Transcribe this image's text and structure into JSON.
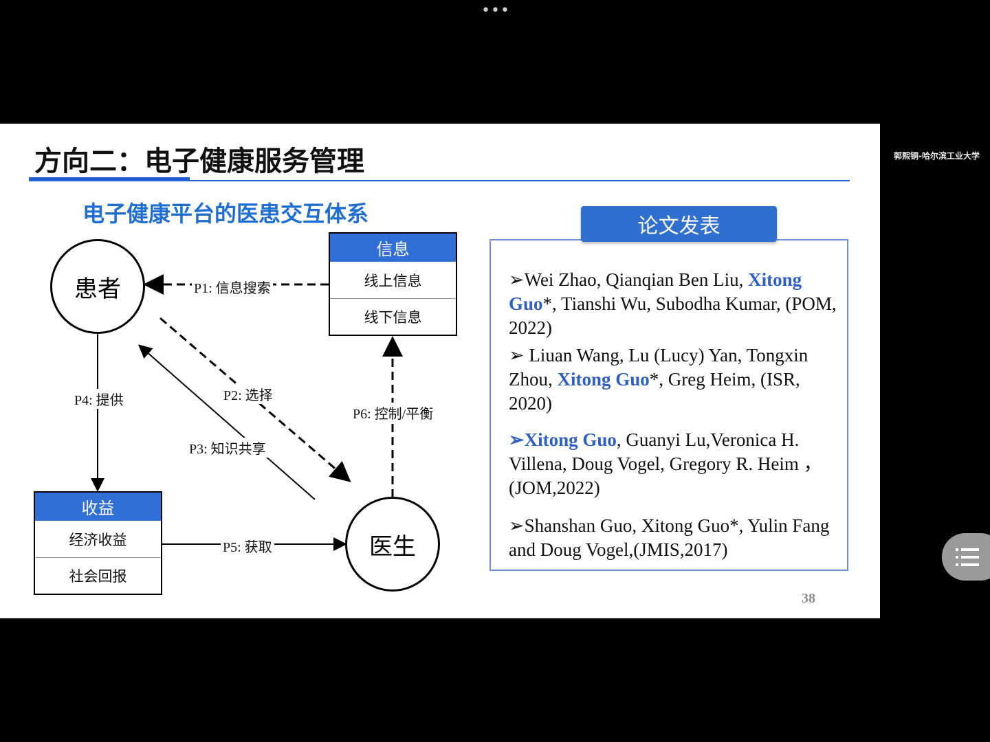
{
  "top_dots": "•••",
  "watermark": "郭熙铜-哈尔滨工业大学",
  "slide": {
    "title": "方向二：电子健康服务管理",
    "subtitle": "电子健康平台的医患交互体系",
    "diagram": {
      "patient": "患者",
      "doctor": "医生",
      "info_box": {
        "header": "信息",
        "rows": [
          "线上信息",
          "线下信息"
        ]
      },
      "benefit_box": {
        "header": "收益",
        "rows": [
          "经济收益",
          "社会回报"
        ]
      },
      "labels": {
        "p1": "P1: 信息搜索",
        "p2": "P2: 选择",
        "p3": "P3: 知识共享",
        "p4": "P4: 提供",
        "p5": "P5: 获取",
        "p6": "P6: 控制/平衡"
      }
    },
    "publications": {
      "header": "论文发表",
      "items": [
        [
          {
            "t": "➢Wei Zhao, Qianqian Ben Liu, ",
            "h": false
          },
          {
            "t": "Xitong Guo",
            "h": true
          },
          {
            "t": "*, Tianshi Wu, Subodha Kumar, (POM, 2022)",
            "h": false
          }
        ],
        [
          {
            "t": "➢ Liuan Wang, Lu (Lucy) Yan, Tongxin Zhou, ",
            "h": false
          },
          {
            "t": "Xitong Guo",
            "h": true
          },
          {
            "t": "*, Greg Heim, (ISR, 2020)",
            "h": false
          }
        ],
        [
          {
            "t": "➢Xitong Guo",
            "h": true
          },
          {
            "t": ", Guanyi Lu,Veronica H. Villena, Doug Vogel, Gregory R. Heim ，(JOM,2022)",
            "h": false
          }
        ],
        [
          {
            "t": "➢Shanshan Guo, Xitong Guo*, Yulin Fang and Doug Vogel,(JMIS,2017)",
            "h": false
          }
        ]
      ]
    },
    "page_number": "38"
  },
  "colors": {
    "accent": "#2f6fd6",
    "highlight": "#2d5fc4"
  }
}
